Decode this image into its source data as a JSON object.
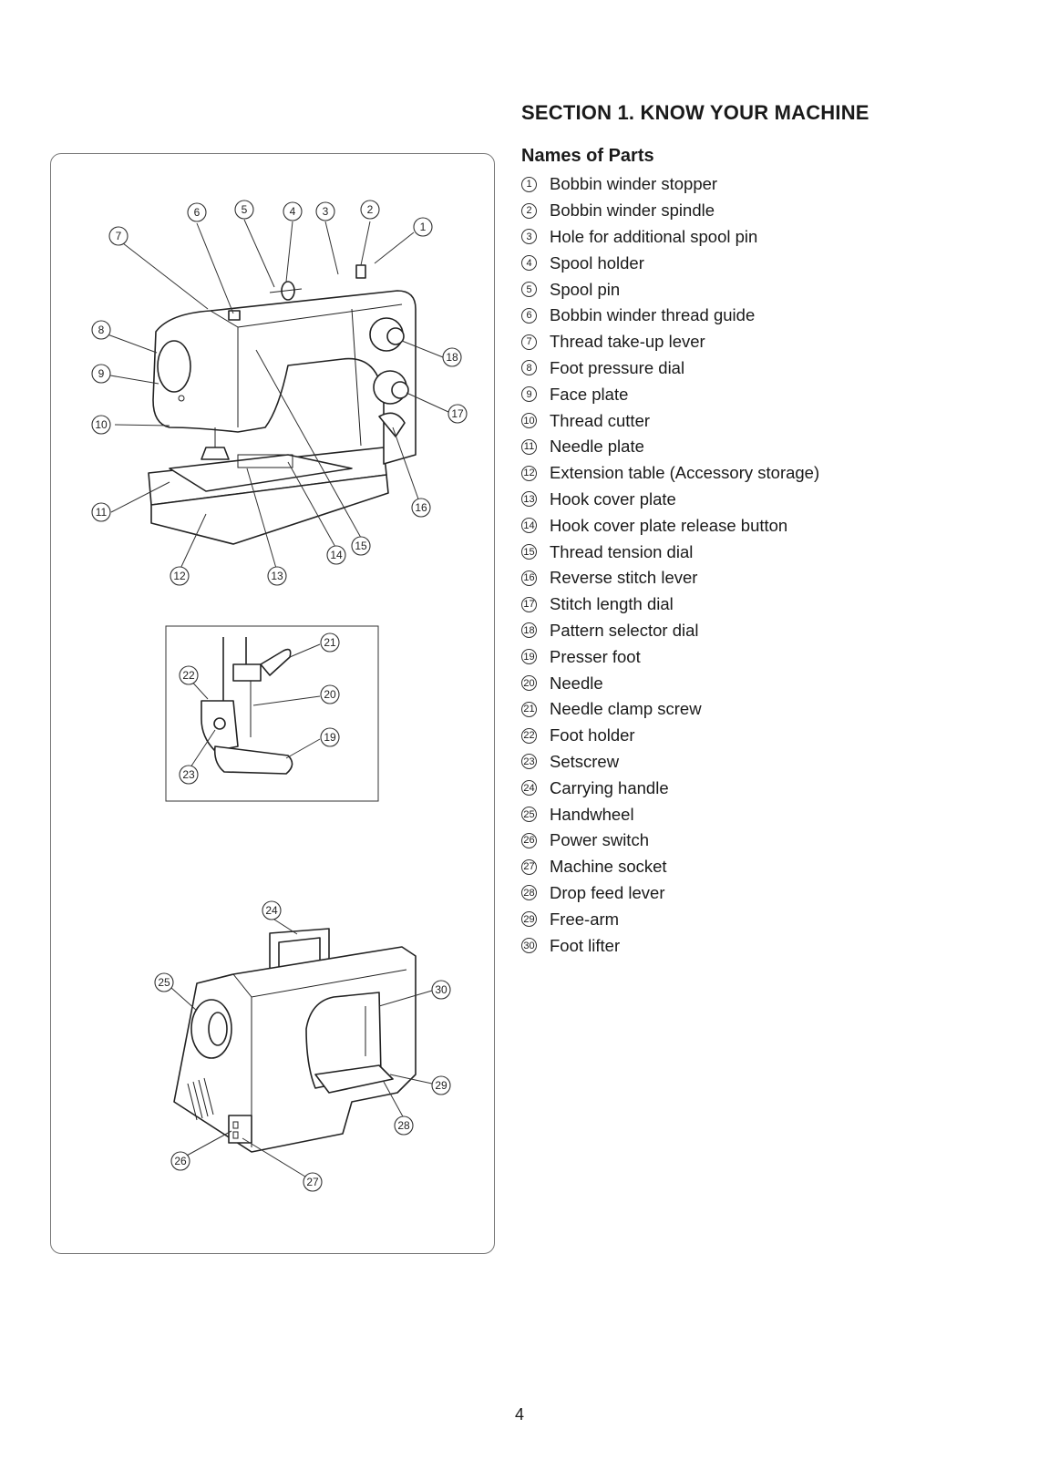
{
  "section_title": "SECTION 1. KNOW YOUR MACHINE",
  "subtitle": "Names of Parts",
  "parts": [
    {
      "num": "1",
      "label": "Bobbin winder stopper"
    },
    {
      "num": "2",
      "label": "Bobbin winder spindle"
    },
    {
      "num": "3",
      "label": "Hole for additional spool pin"
    },
    {
      "num": "4",
      "label": "Spool holder"
    },
    {
      "num": "5",
      "label": "Spool pin"
    },
    {
      "num": "6",
      "label": "Bobbin winder thread guide"
    },
    {
      "num": "7",
      "label": "Thread take-up lever"
    },
    {
      "num": "8",
      "label": "Foot pressure dial"
    },
    {
      "num": "9",
      "label": "Face plate"
    },
    {
      "num": "10",
      "label": "Thread cutter"
    },
    {
      "num": "11",
      "label": "Needle plate"
    },
    {
      "num": "12",
      "label": "Extension table (Accessory storage)"
    },
    {
      "num": "13",
      "label": "Hook cover plate"
    },
    {
      "num": "14",
      "label": "Hook cover plate release button"
    },
    {
      "num": "15",
      "label": "Thread tension dial"
    },
    {
      "num": "16",
      "label": "Reverse stitch lever"
    },
    {
      "num": "17",
      "label": "Stitch length dial"
    },
    {
      "num": "18",
      "label": "Pattern selector dial"
    },
    {
      "num": "19",
      "label": "Presser foot"
    },
    {
      "num": "20",
      "label": "Needle"
    },
    {
      "num": "21",
      "label": "Needle clamp screw"
    },
    {
      "num": "22",
      "label": "Foot holder"
    },
    {
      "num": "23",
      "label": "Setscrew"
    },
    {
      "num": "24",
      "label": "Carrying handle"
    },
    {
      "num": "25",
      "label": "Handwheel"
    },
    {
      "num": "26",
      "label": "Power switch"
    },
    {
      "num": "27",
      "label": "Machine socket"
    },
    {
      "num": "28",
      "label": "Drop feed lever"
    },
    {
      "num": "29",
      "label": "Free-arm"
    },
    {
      "num": "30",
      "label": "Foot lifter"
    }
  ],
  "page_number": "4"
}
